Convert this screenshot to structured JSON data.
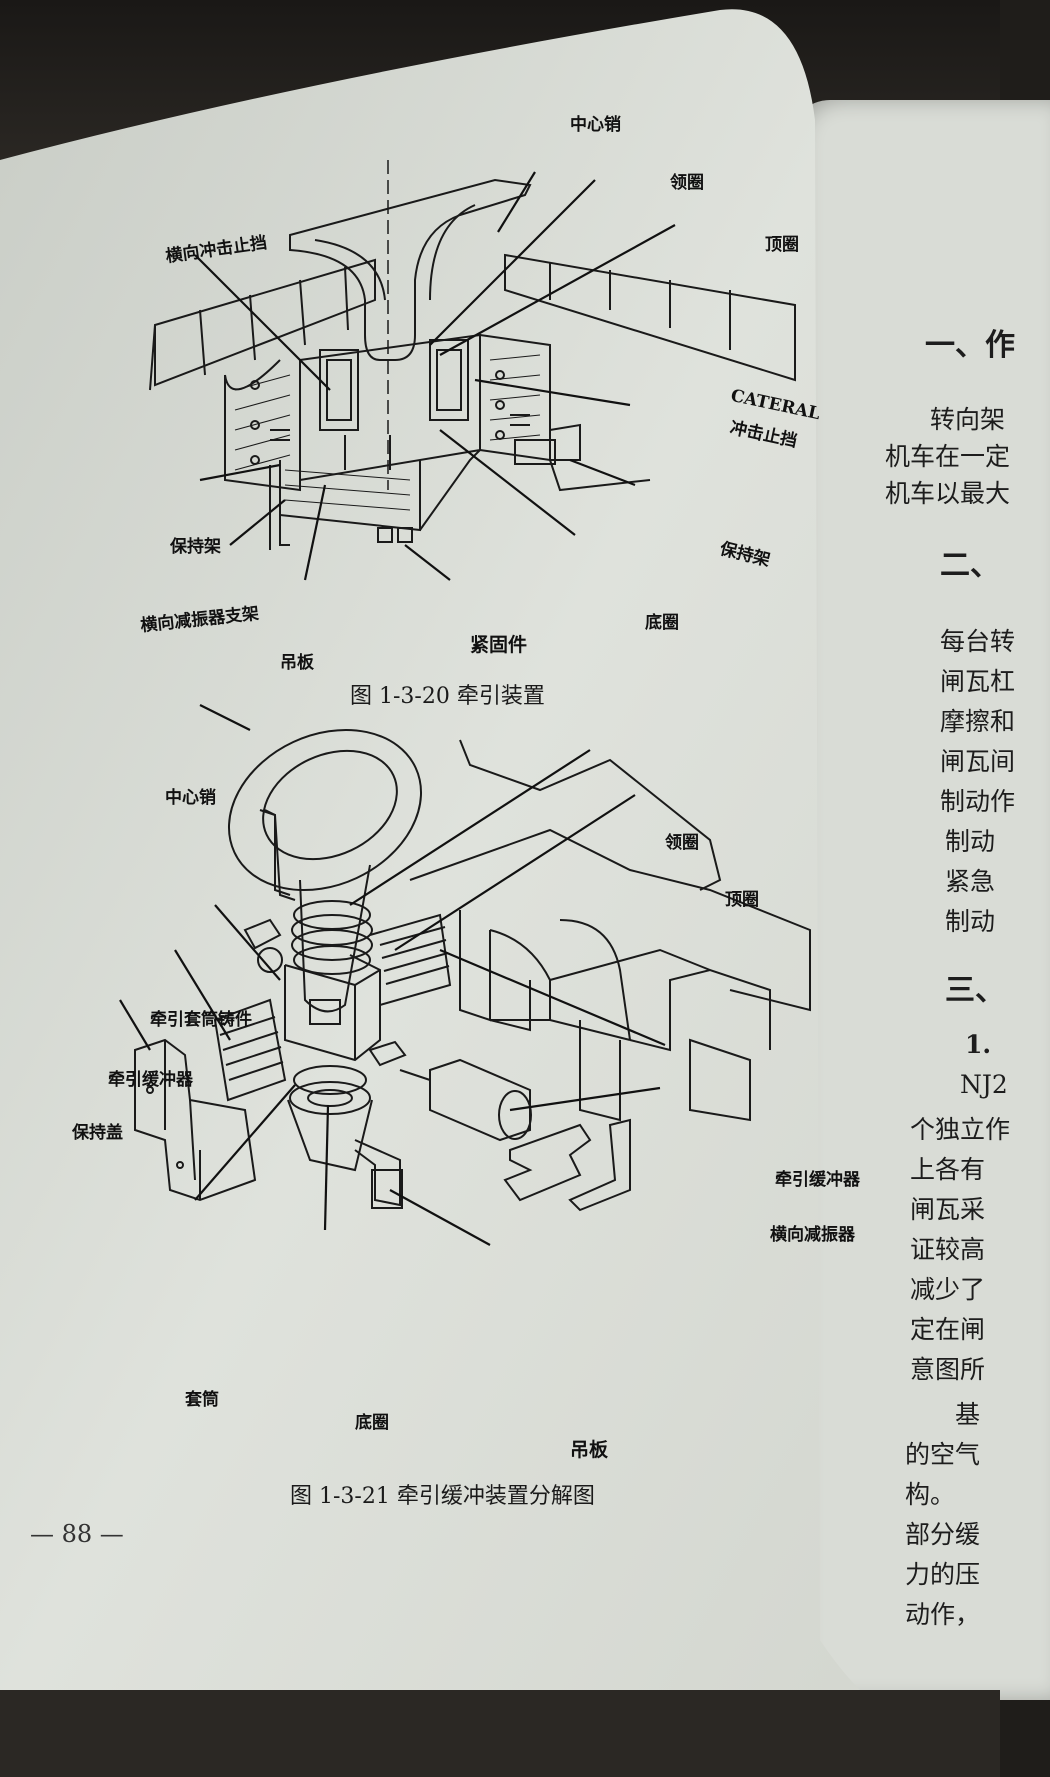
{
  "page_number": "— 88 —",
  "figure1": {
    "caption": "图 1-3-20   牵引装置",
    "labels": {
      "center_pin": "中心销",
      "collar": "领圈",
      "top_ring": "顶圈",
      "lateral_stop": "横向冲击止挡",
      "cateral": "CATERAL",
      "cateral_sub": "冲击止挡",
      "holder_left": "保持架",
      "holder_right": "保持架",
      "damper_bracket": "横向减振器支架",
      "hanger_plate": "吊板",
      "fastener": "紧固件",
      "bottom_ring": "底圈"
    }
  },
  "figure2": {
    "caption": "图 1-3-21   牵引缓冲装置分解图",
    "labels": {
      "center_pin": "中心销",
      "collar": "领圈",
      "top_ring": "顶圈",
      "sleeve_casting": "牵引套筒铸件",
      "buffer_left": "牵引缓冲器",
      "holder_cover": "保持盖",
      "buffer_right": "牵引缓冲器",
      "lateral_damper": "横向减振器",
      "sleeve": "套筒",
      "bottom_ring": "底圈",
      "hanger_plate": "吊板"
    }
  },
  "right_page": {
    "lines": [
      "一、作",
      "转向架",
      "机车在一定",
      "机车以最大",
      "二、",
      "每台转",
      "闸瓦杠",
      "摩擦和",
      "闸瓦间",
      "制动作",
      "制动",
      "紧急",
      "制动",
      "三、",
      "1.",
      "NJ2",
      "个独立作",
      "上各有",
      "闸瓦采",
      "证较高",
      "减少了",
      "定在闸",
      "意图所",
      "基",
      "的空气",
      "构。",
      "部分缓",
      "力的压",
      "动作，"
    ]
  }
}
